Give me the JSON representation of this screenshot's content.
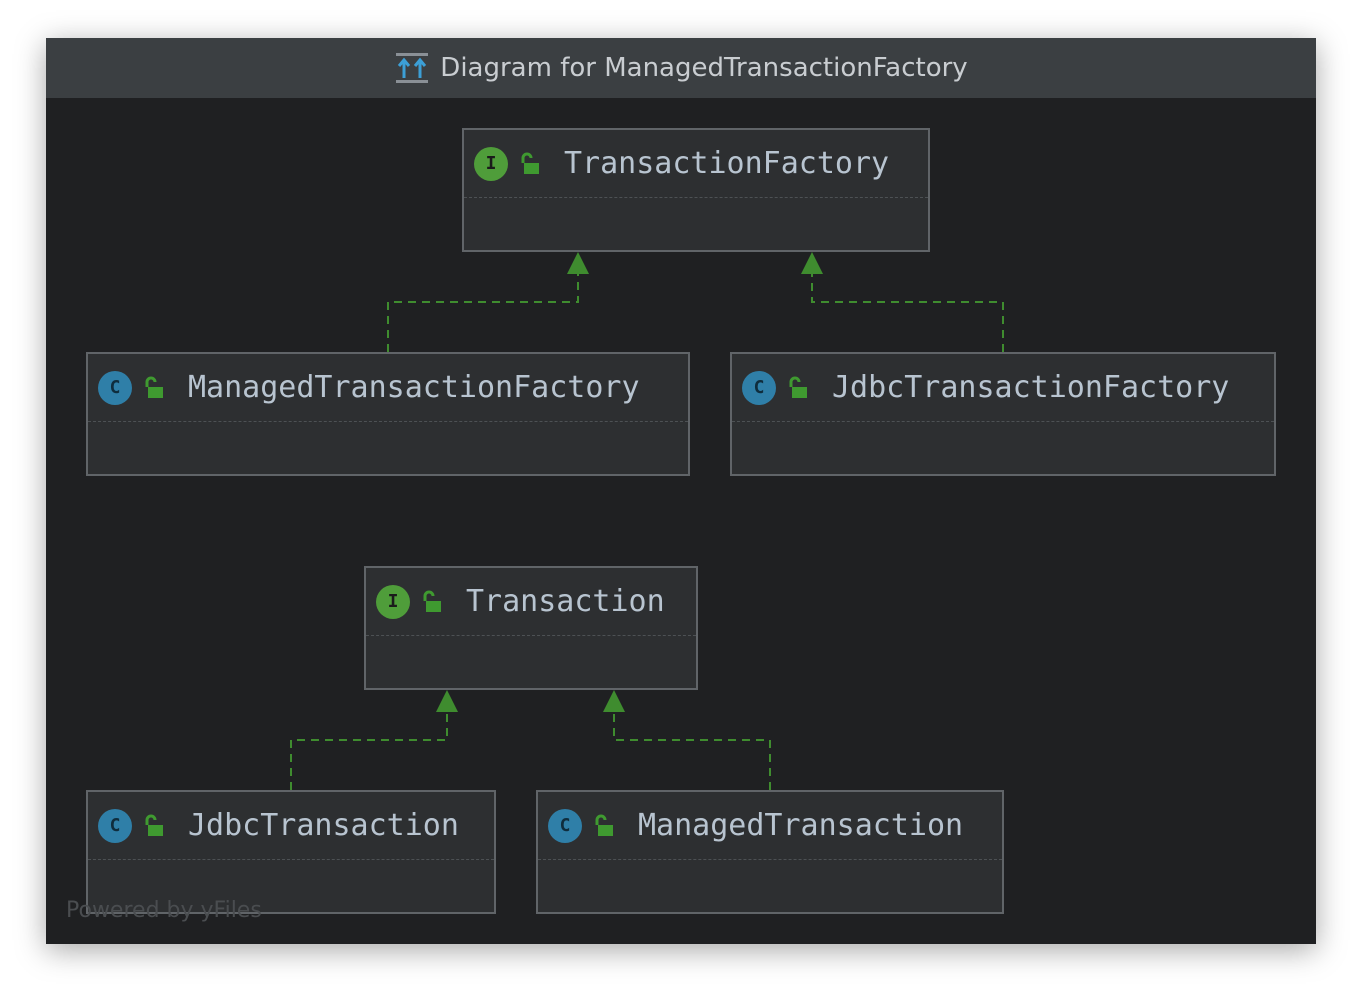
{
  "window": {
    "title": "Diagram for ManagedTransactionFactory"
  },
  "icons": {
    "title": "diagram-icon",
    "interface": "I",
    "class": "C",
    "visibility": "unlocked-padlock-icon"
  },
  "colors": {
    "canvas": "#1f2022",
    "titlebar": "#3b3f42",
    "node_fill": "#2d2f31",
    "node_border": "#606468",
    "interface_badge": "#4f9d3a",
    "class_badge": "#2f7fa8",
    "edge": "#3f8c2f",
    "text": "#b8c4d0"
  },
  "nodes": {
    "transaction_factory": {
      "name": "TransactionFactory",
      "kind": "interface"
    },
    "managed_transaction_factory": {
      "name": "ManagedTransactionFactory",
      "kind": "class"
    },
    "jdbc_transaction_factory": {
      "name": "JdbcTransactionFactory",
      "kind": "class"
    },
    "transaction": {
      "name": "Transaction",
      "kind": "interface"
    },
    "jdbc_transaction": {
      "name": "JdbcTransaction",
      "kind": "class"
    },
    "managed_transaction": {
      "name": "ManagedTransaction",
      "kind": "class"
    }
  },
  "edges": [
    {
      "from": "ManagedTransactionFactory",
      "to": "TransactionFactory",
      "type": "implements"
    },
    {
      "from": "JdbcTransactionFactory",
      "to": "TransactionFactory",
      "type": "implements"
    },
    {
      "from": "JdbcTransaction",
      "to": "Transaction",
      "type": "implements"
    },
    {
      "from": "ManagedTransaction",
      "to": "Transaction",
      "type": "implements"
    }
  ],
  "watermark": "Powered by yFiles"
}
